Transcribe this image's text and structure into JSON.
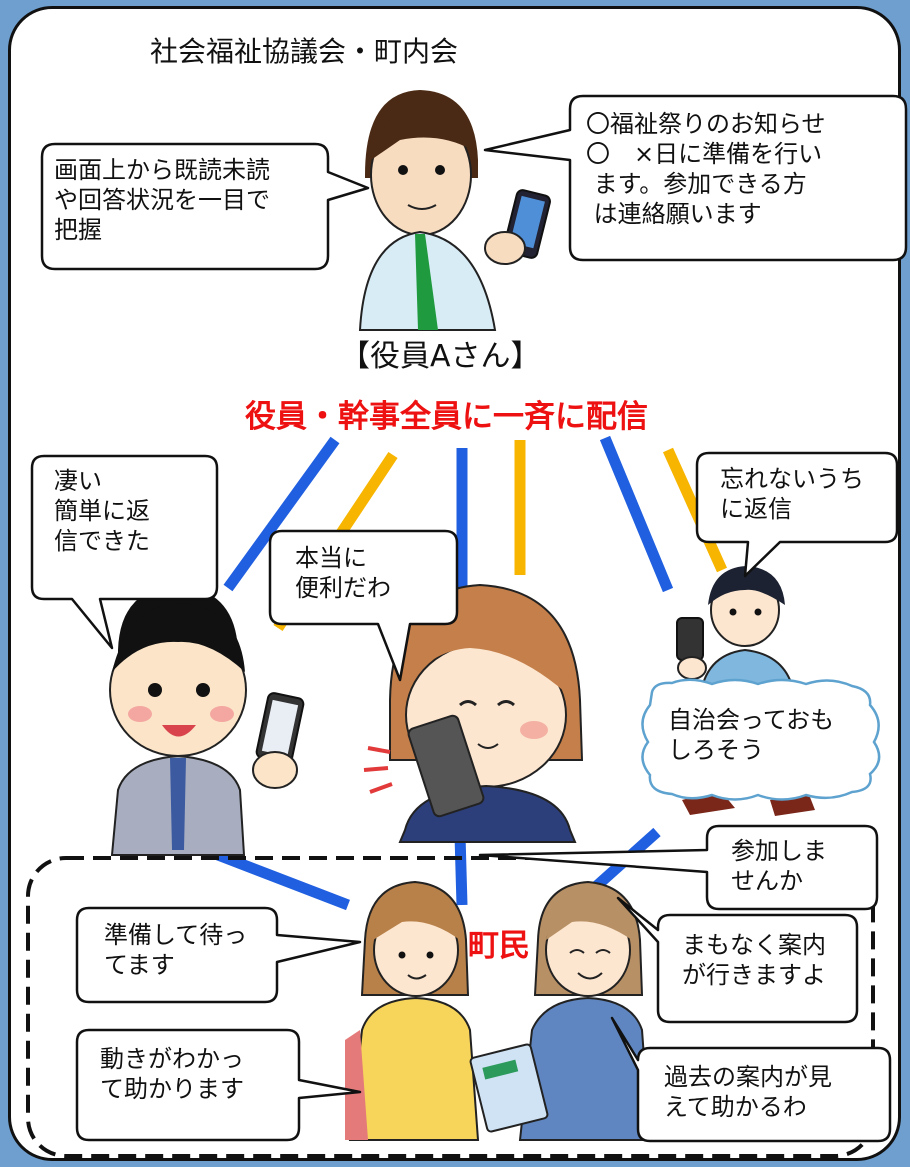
{
  "title": "社会福祉協議会・町内会",
  "officer_label": "【役員Aさん】",
  "broadcast_label": "役員・幹事全員に一斉に配信",
  "residents_label": "町民",
  "bubbles": {
    "status": "画面上から既読未読\nや回答状況を一目で\n把握",
    "announcement": "〇福祉祭りのお知らせ\n〇　×日に準備を行い\n ます。参加できる方\n は連絡願います",
    "easy_reply": "凄い\n簡単に返\n信できた",
    "convenient": "本当に\n便利だわ",
    "reply_soon": "忘れないうち\nに返信",
    "interesting": "自治会っておも\nしろそう",
    "join_us": "参加しま\nせんか",
    "waiting": "準備して待っ\nてます",
    "helpful_movement": "動きがわかっ\nて助かります",
    "guide_coming": "まもなく案内\nが行きますよ",
    "past_guides": "過去の案内が見\nえて助かるわ"
  },
  "colors": {
    "blue_line": "#1f5fe0",
    "yellow_line": "#f7b500",
    "red_text": "#ee1111",
    "background": "#6f9fcf"
  }
}
